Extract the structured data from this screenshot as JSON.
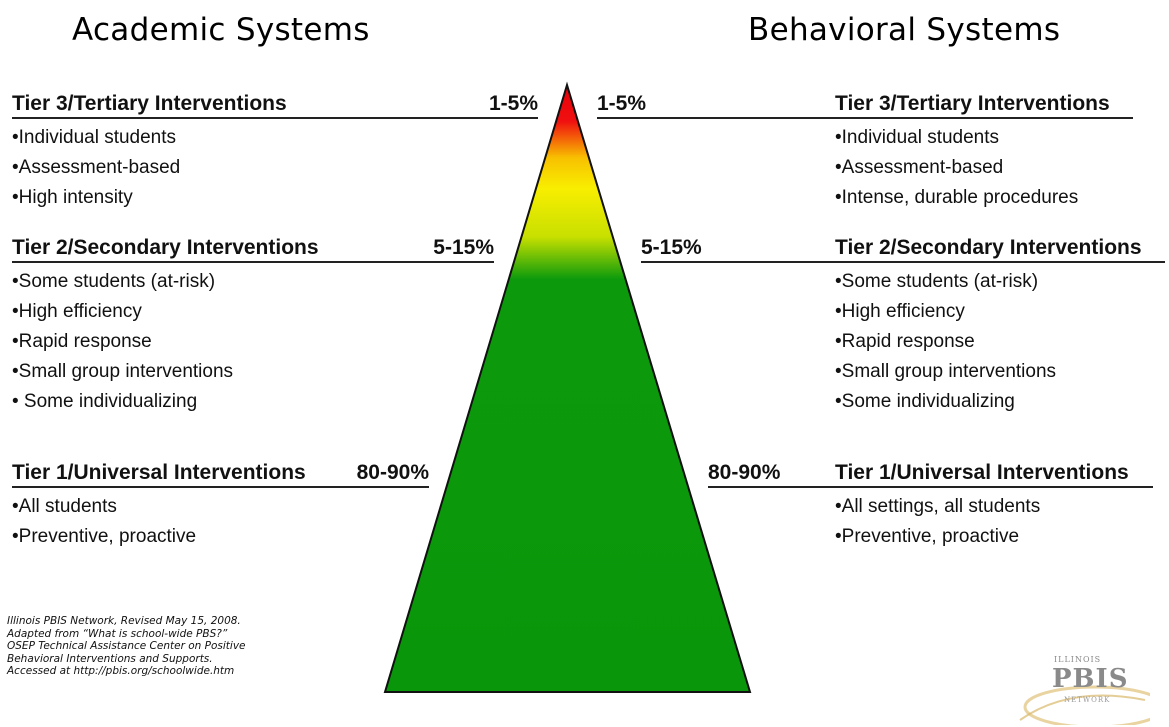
{
  "titles": {
    "academic": "Academic Systems",
    "behavioral": "Behavioral Systems"
  },
  "academic": {
    "tier3": {
      "heading": "Tier 3/Tertiary Interventions",
      "percent": "1-5%",
      "items": [
        "•Individual students",
        "•Assessment-based",
        "•High intensity"
      ]
    },
    "tier2": {
      "heading": "Tier 2/Secondary Interventions",
      "percent": "5-15%",
      "items": [
        "•Some students (at-risk)",
        "•High efficiency",
        "•Rapid response",
        "•Small group interventions",
        "• Some individualizing"
      ]
    },
    "tier1": {
      "heading": "Tier 1/Universal Interventions",
      "percent": "80-90%",
      "items": [
        "•All students",
        "•Preventive, proactive"
      ]
    }
  },
  "behavioral": {
    "tier3": {
      "heading": "Tier 3/Tertiary Interventions",
      "percent": "1-5%",
      "items": [
        "•Individual students",
        "•Assessment-based",
        "•Intense, durable procedures"
      ]
    },
    "tier2": {
      "heading": "Tier 2/Secondary Interventions",
      "percent": "5-15%",
      "items": [
        "•Some students (at-risk)",
        "•High efficiency",
        "•Rapid response",
        "•Small group interventions",
        "•Some individualizing"
      ]
    },
    "tier1": {
      "heading": "Tier 1/Universal Interventions",
      "percent": "80-90%",
      "items": [
        "•All settings, all students",
        "•Preventive, proactive"
      ]
    }
  },
  "citation": [
    "Illinois PBIS Network, Revised May 15, 2008.",
    "Adapted from “What is school-wide PBS?”",
    "OSEP Technical Assistance Center on Positive",
    "Behavioral Interventions and Supports.",
    "Accessed at http://pbis.org/schoolwide.htm"
  ],
  "logo": {
    "top": "ILLINOIS",
    "main": "PBIS",
    "bottom": "NETWORK"
  },
  "colors": {
    "tier3": "#e8000a",
    "tier2": "#f2f000",
    "tier1": "#0a9a0a"
  }
}
